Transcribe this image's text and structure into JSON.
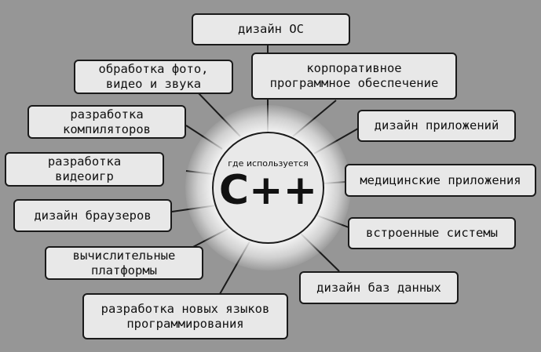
{
  "center": {
    "subtitle": "где используется",
    "title": "C++"
  },
  "nodes": [
    "дизайн ОС",
    "корпоративное\nпрограммное обеспечение",
    "дизайн приложений",
    "медицинские приложения",
    "встроенные системы",
    "дизайн баз данных",
    "разработка новых языков\nпрограммирования",
    "вычислительные\nплатформы",
    "дизайн браузеров",
    "разработка\nвидеоигр",
    "разработка\nкомпиляторов",
    "обработка фото,\nвидео и звука"
  ],
  "colors": {
    "background": "#969696",
    "node_fill": "#e8e8e8",
    "stroke": "#1a1a1a"
  }
}
